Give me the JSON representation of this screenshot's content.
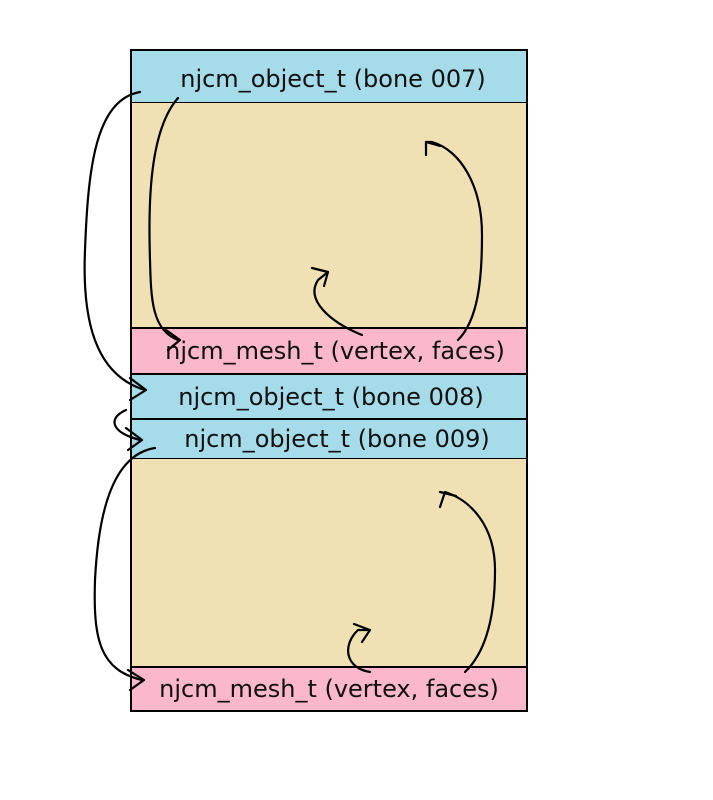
{
  "colors": {
    "object": "#a6dbe9",
    "mesh": "#fbb7cb",
    "data": "#efe1b3",
    "border": "#000000"
  },
  "blocks": [
    {
      "kind": "object",
      "label": "njcm_object_t (bone 007)"
    },
    {
      "kind": "data",
      "label": ""
    },
    {
      "kind": "mesh",
      "label": "njcm_mesh_t (vertex, faces)"
    },
    {
      "kind": "object",
      "label": "njcm_object_t (bone 008)"
    },
    {
      "kind": "object",
      "label": "njcm_object_t (bone 009)"
    },
    {
      "kind": "data",
      "label": ""
    },
    {
      "kind": "mesh",
      "label": "njcm_mesh_t (vertex, faces)"
    }
  ]
}
